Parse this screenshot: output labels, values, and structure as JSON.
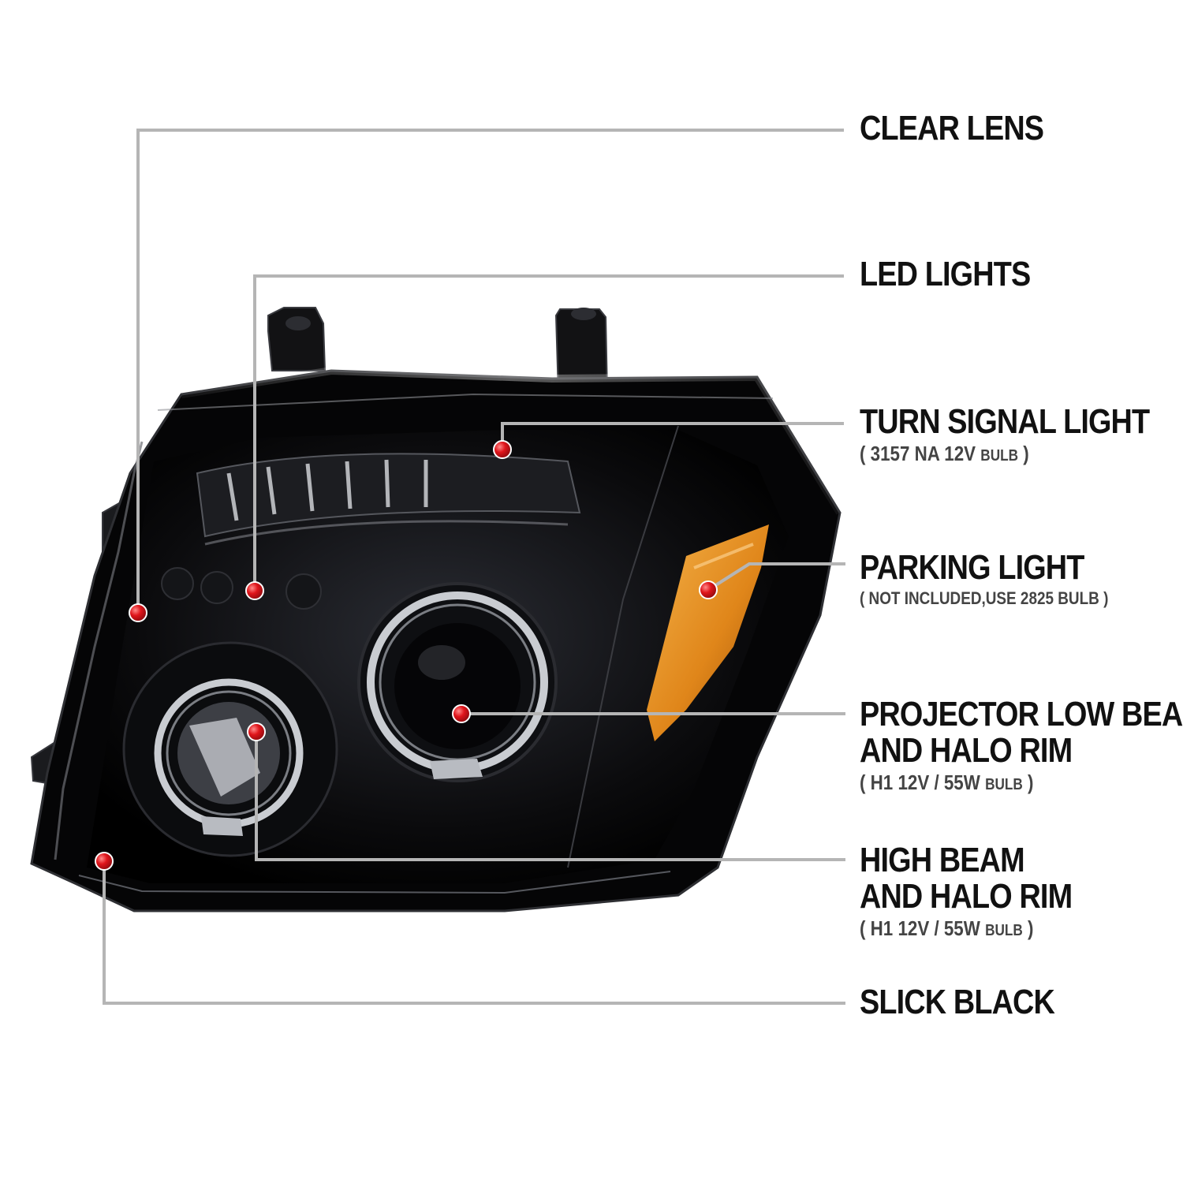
{
  "colors": {
    "background": "#ffffff",
    "leader_line": "#b5b5b5",
    "callout_dot": "#e0151b",
    "housing": "#0b0b0d",
    "amber": "#e8921f",
    "chrome": "#c9ccd1",
    "label_text": "#111111",
    "sub_text": "#444444"
  },
  "callouts": [
    {
      "id": "clear-lens",
      "title": "CLEAR LENS",
      "title2": "",
      "sub_pre": "",
      "sub_small": "",
      "sub_post": ""
    },
    {
      "id": "led-lights",
      "title": "LED LIGHTS",
      "title2": "",
      "sub_pre": "",
      "sub_small": "",
      "sub_post": ""
    },
    {
      "id": "turn-signal-light",
      "title": "TURN SIGNAL LIGHT",
      "title2": "",
      "sub_pre": "( 3157 NA  12V  ",
      "sub_small": "BULB",
      "sub_post": " )"
    },
    {
      "id": "parking-light",
      "title": "PARKING LIGHT",
      "title2": "",
      "sub_pre": "( NOT INCLUDED,USE 2825 BULB )",
      "sub_small": "",
      "sub_post": ""
    },
    {
      "id": "projector-low-beam",
      "title": "PROJECTOR LOW BEAM",
      "title2": "AND HALO RIM",
      "sub_pre": "( H1  12V / 55W  ",
      "sub_small": "BULB",
      "sub_post": " )"
    },
    {
      "id": "high-beam",
      "title": "HIGH BEAM",
      "title2": "AND HALO RIM",
      "sub_pre": "( H1  12V / 55W  ",
      "sub_small": "BULB",
      "sub_post": " )"
    },
    {
      "id": "slick-black",
      "title": "SLICK BLACK",
      "title2": "",
      "sub_pre": "",
      "sub_small": "",
      "sub_post": ""
    }
  ]
}
